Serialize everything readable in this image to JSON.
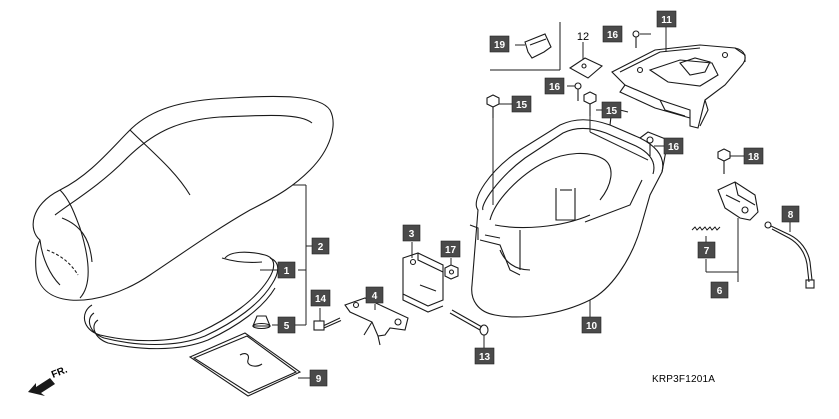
{
  "diagram": {
    "code": "KRP3F1201A",
    "direction_label": "FR.",
    "colors": {
      "callout_bg": "#4a4a4a",
      "callout_text": "#ffffff",
      "stroke": "#1a1a1a",
      "leader": "#222222"
    },
    "callouts": [
      {
        "id": "c1",
        "label": "1"
      },
      {
        "id": "c2",
        "label": "2"
      },
      {
        "id": "c3",
        "label": "3"
      },
      {
        "id": "c4",
        "label": "4"
      },
      {
        "id": "c5",
        "label": "5"
      },
      {
        "id": "c6",
        "label": "6"
      },
      {
        "id": "c7",
        "label": "7"
      },
      {
        "id": "c8",
        "label": "8"
      },
      {
        "id": "c9",
        "label": "9"
      },
      {
        "id": "c10",
        "label": "10"
      },
      {
        "id": "c11",
        "label": "11"
      },
      {
        "id": "c12",
        "label": "12"
      },
      {
        "id": "c13",
        "label": "13"
      },
      {
        "id": "c14",
        "label": "14"
      },
      {
        "id": "c15a",
        "label": "15"
      },
      {
        "id": "c15b",
        "label": "15"
      },
      {
        "id": "c16a",
        "label": "16"
      },
      {
        "id": "c16b",
        "label": "16"
      },
      {
        "id": "c16c",
        "label": "16"
      },
      {
        "id": "c17",
        "label": "17"
      },
      {
        "id": "c18",
        "label": "18"
      },
      {
        "id": "c19",
        "label": "19"
      }
    ]
  }
}
